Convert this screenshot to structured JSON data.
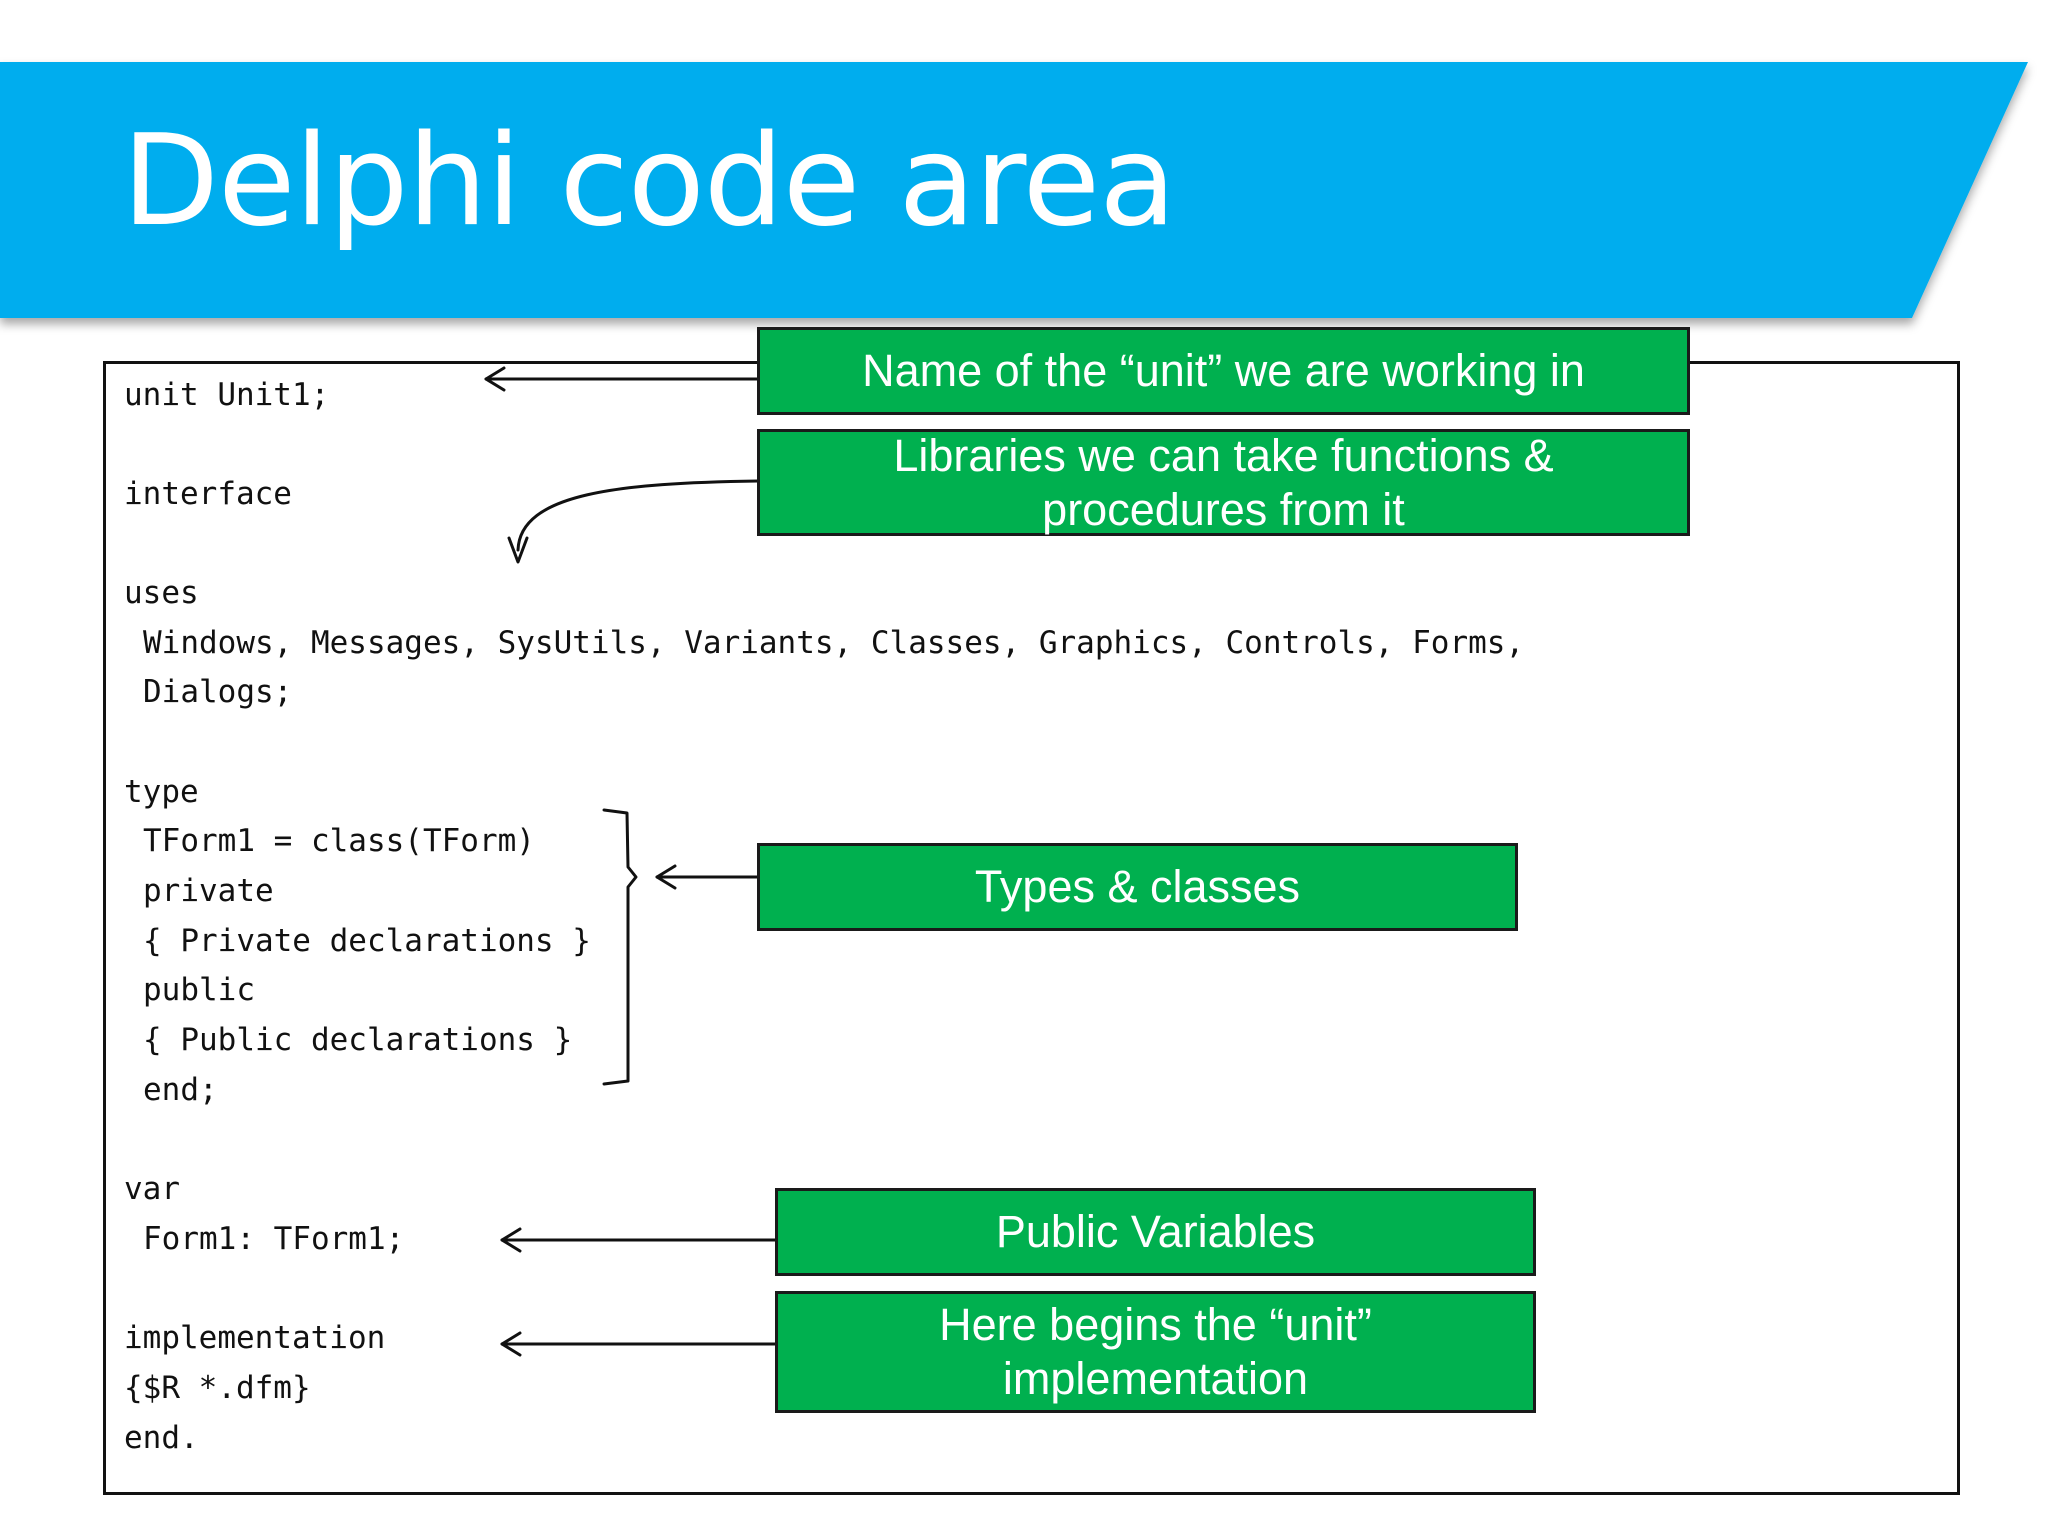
{
  "title": "Delphi code area",
  "colors": {
    "banner": "#00adee",
    "callout_fill": "#00b04f",
    "callout_text": "#ffffff",
    "code_text": "#111111"
  },
  "code_lines": [
    "unit Unit1;",
    "interface",
    "uses",
    "Windows, Messages, SysUtils, Variants, Classes, Graphics, Controls, Forms,",
    "Dialogs;",
    "type",
    "TForm1 = class(TForm)",
    "private",
    "{ Private declarations }",
    "public",
    "{ Public declarations }",
    "end;",
    "var",
    "Form1: TForm1;",
    "implementation",
    "{$R *.dfm}",
    "end."
  ],
  "callouts": {
    "unit_name": [
      "Name of the “unit” we are working in"
    ],
    "libraries": [
      "Libraries we can take functions &",
      "procedures from it"
    ],
    "types": [
      "Types & classes"
    ],
    "public_vars": [
      "Public Variables"
    ],
    "implementation": [
      "Here begins the “unit”",
      "implementation"
    ]
  }
}
